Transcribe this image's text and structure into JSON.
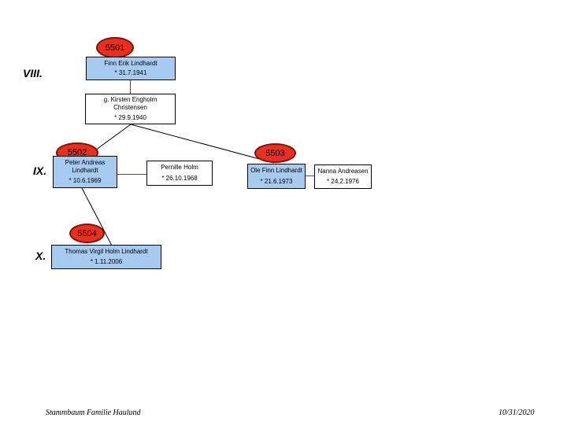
{
  "slide": {
    "footer_title": "Stammbaum Familie Haulund",
    "footer_date": "10/31/2020"
  },
  "generations": {
    "viii": "VIII.",
    "ix": "IX.",
    "x": "X."
  },
  "badges": {
    "n5501": "5501",
    "n5502": "5502",
    "n5503": "5503",
    "n5504": "5504"
  },
  "persons": {
    "finn": {
      "name": "Finn Erik Lindhardt",
      "birth": "* 31.7.1941"
    },
    "kirsten": {
      "name": "g. Kirsten Engholm Christensen",
      "birth": "* 29.9.1940"
    },
    "peter": {
      "name": "Peter Andreas Lindhardt",
      "birth": "* 10.6.1969"
    },
    "pernille": {
      "name": "Pernille Holm",
      "birth": "* 26.10.1968"
    },
    "ole": {
      "name": "Ole Finn Lindhardt",
      "birth": "* 21.6.1973"
    },
    "nanna": {
      "name": "Nanna Andreasen",
      "birth": "* 24.2.1976"
    },
    "thomas": {
      "name": "Thomas Virgil Holm Lindhardt",
      "birth": "* 1.11.2006"
    }
  },
  "colors": {
    "person_box_fill": "#A6CAF0",
    "spouse_box_fill": "#FFFFFF",
    "box_border": "#000000",
    "badge_fill": "#E8301F",
    "badge_border": "#801008",
    "marriage_line": "#993333",
    "descent_line": "#000000"
  }
}
